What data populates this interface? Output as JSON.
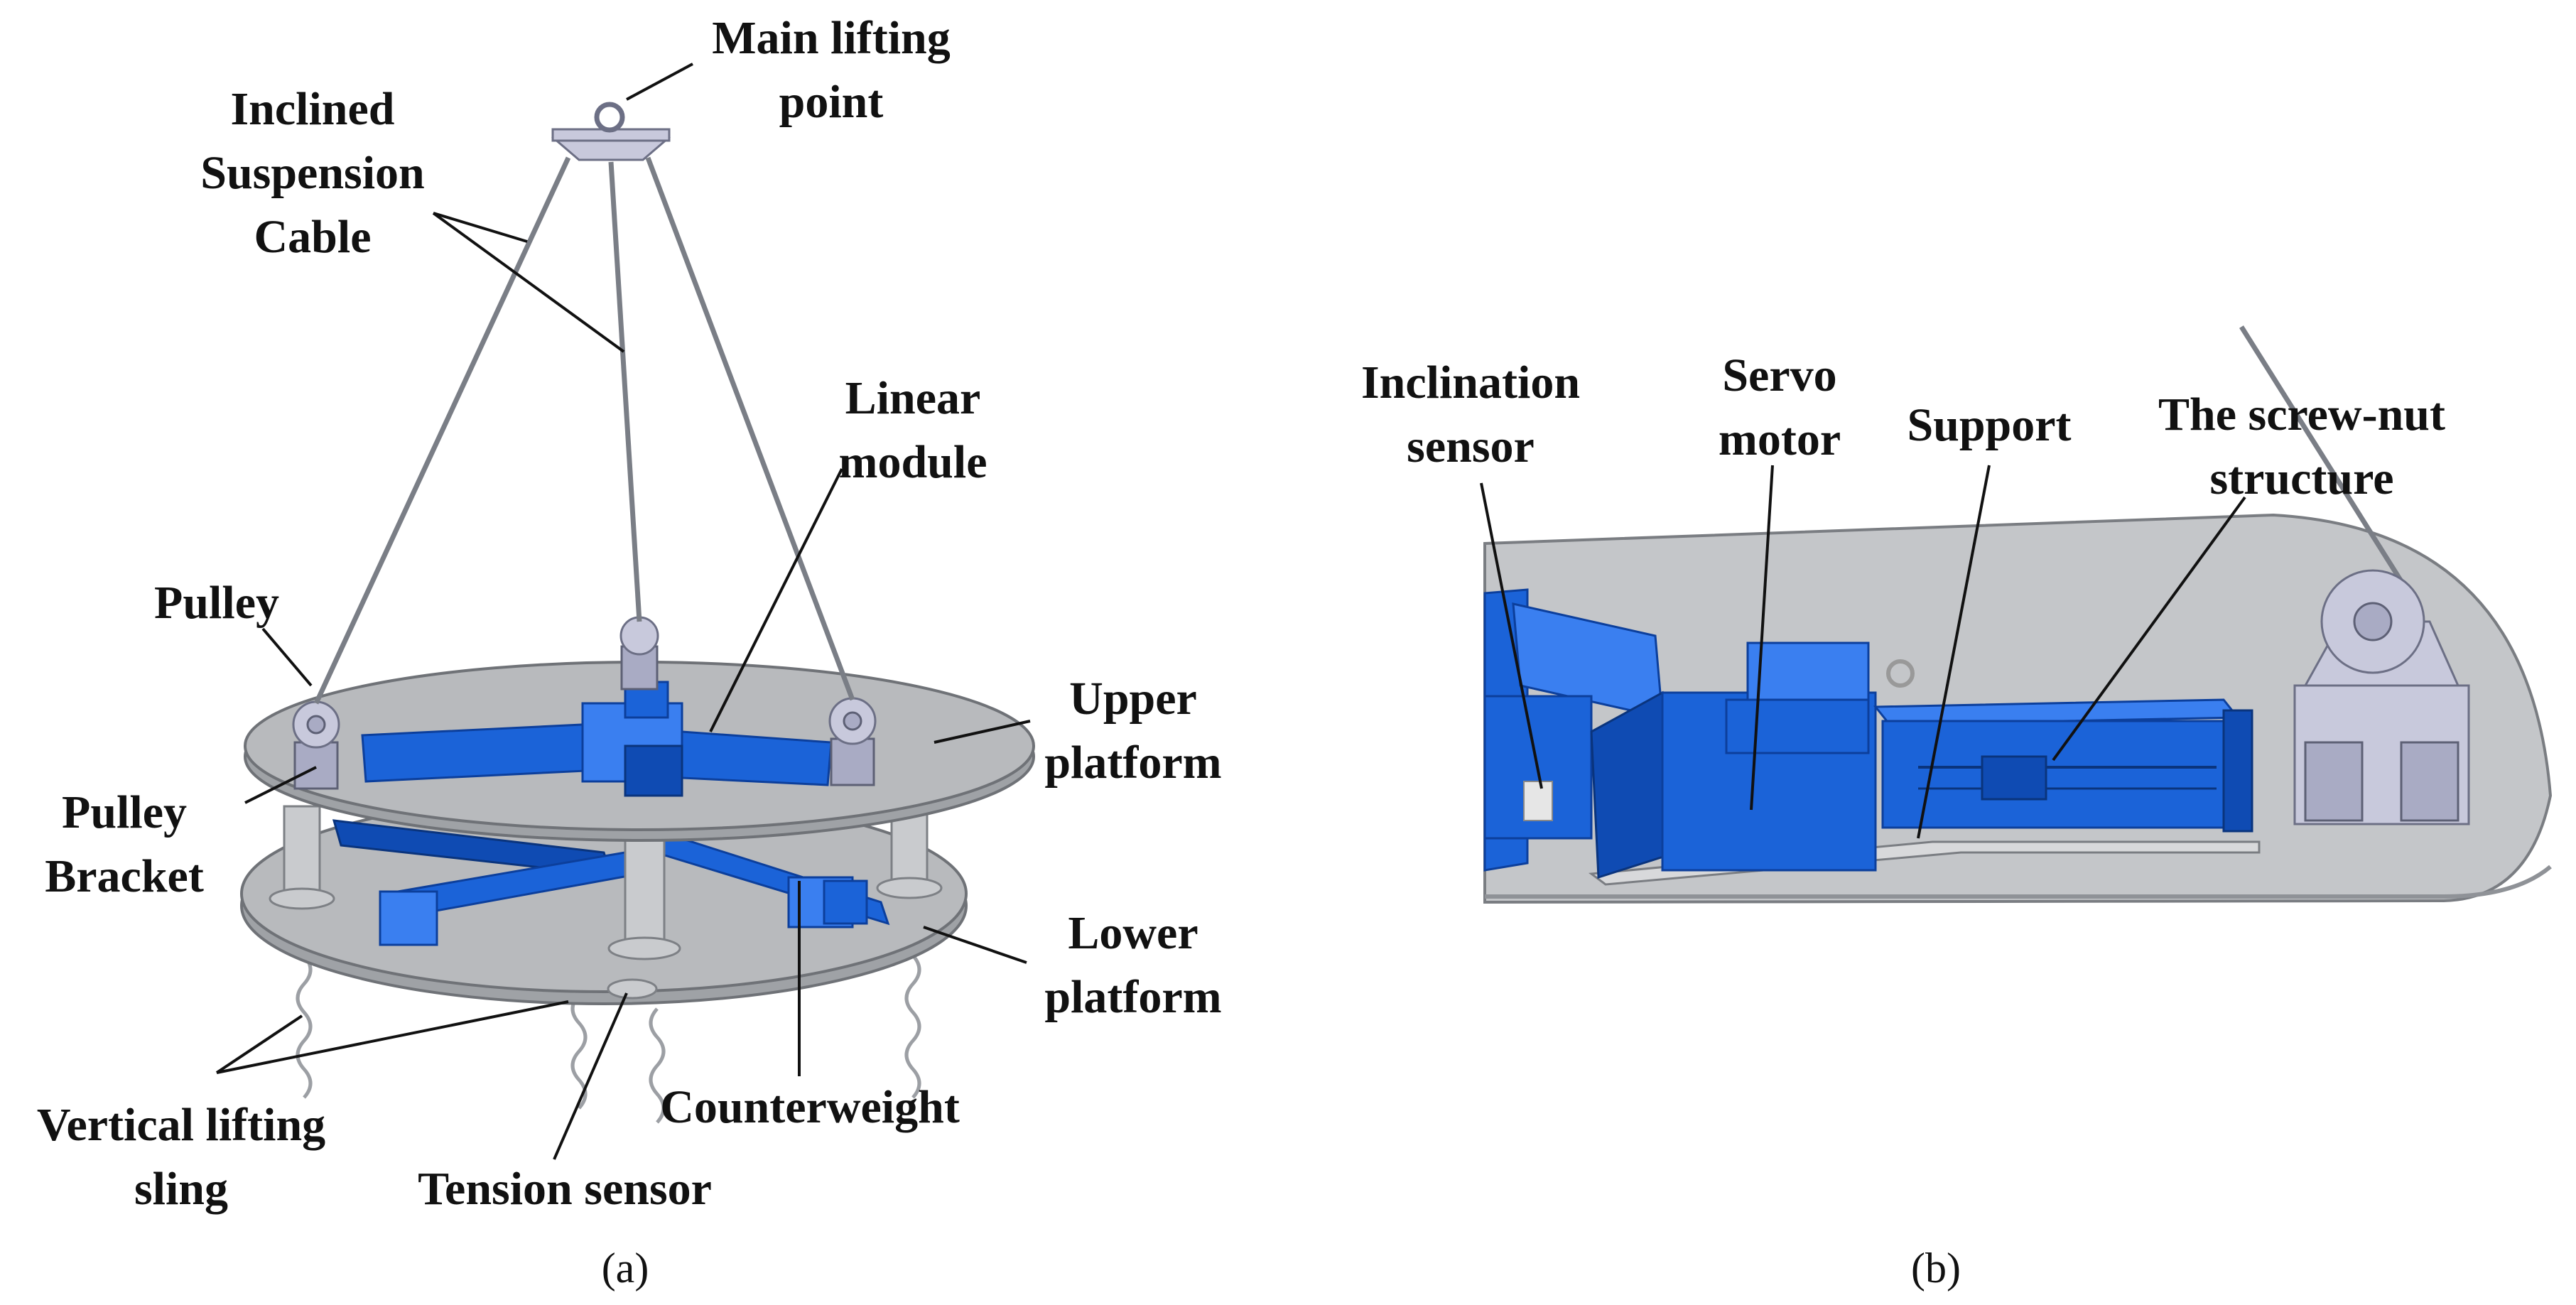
{
  "panel_a": {
    "caption": "(a)",
    "labels": {
      "main_lifting_point_1": "Main lifting",
      "main_lifting_point_2": "point",
      "inclined_cable_1": "Inclined",
      "inclined_cable_2": "Suspension",
      "inclined_cable_3": "Cable",
      "linear_module_1": "Linear",
      "linear_module_2": "module",
      "pulley": "Pulley",
      "upper_platform_1": "Upper",
      "upper_platform_2": "platform",
      "pulley_bracket_1": "Pulley",
      "pulley_bracket_2": "Bracket",
      "lower_platform_1": "Lower",
      "lower_platform_2": "platform",
      "counterweight": "Counterweight",
      "vertical_sling_1": "Vertical lifting",
      "vertical_sling_2": "sling",
      "tension_sensor": "Tension sensor"
    }
  },
  "panel_b": {
    "caption": "(b)",
    "labels": {
      "inclination_sensor_1": "Inclination",
      "inclination_sensor_2": "sensor",
      "servo_motor_1": "Servo",
      "servo_motor_2": "motor",
      "support": "Support",
      "screw_nut_1": "The screw-nut",
      "screw_nut_2": "structure"
    }
  },
  "colors": {
    "actuator_blue": "#1b63d8",
    "platform_gray": "#b8babd",
    "pulley_lavender": "#a9abc4",
    "text": "#111111"
  }
}
